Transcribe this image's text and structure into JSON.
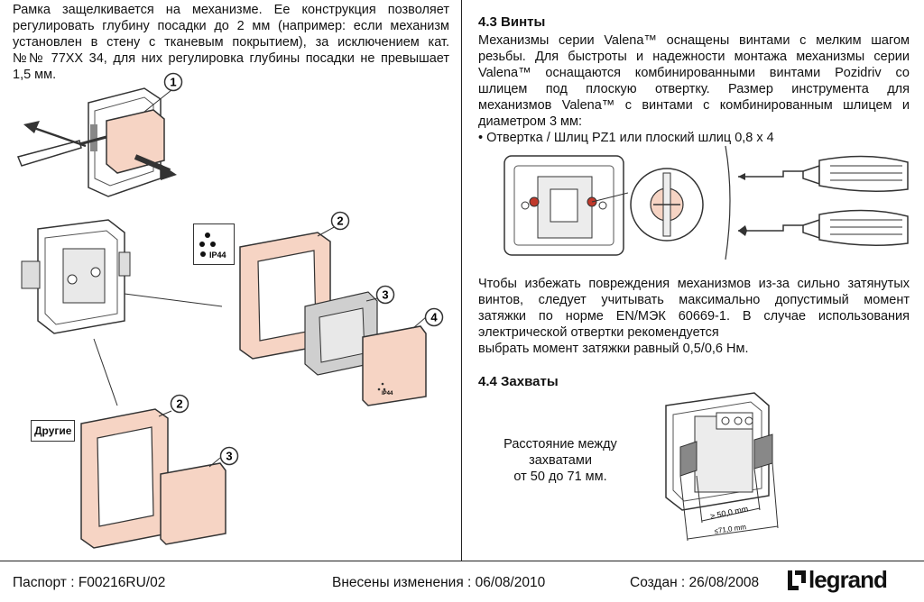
{
  "left": {
    "intro_lines": [
      "Рамка защелкивается на механизме. Ее конструкция позволяет",
      "регулировать глубину посадки до 2 мм (например: если механизм",
      "установлен в стену с тканевым покрытием), за исключением кат.",
      "№№ 77XX 34, для них регулировка глубины посадки не превышает",
      "1,5 мм."
    ],
    "callouts": {
      "n1": "1",
      "n2": "2",
      "n3": "3",
      "n4": "4",
      "n2b": "2",
      "n3b": "3"
    },
    "ip_label": "IP44",
    "ip_cover_label": "IP44",
    "other_label": "Другие"
  },
  "right": {
    "screws": {
      "heading": "4.3 Винты",
      "lines": [
        "Механизмы серии Valena™ оснащены винтами с мелким шагом",
        "резьбы. Для быстроты и надежности монтажа механизмы серии",
        "Valena™ оснащаются комбинированными винтами Pozidriv со",
        "шлицем под плоскую отвертку. Размер инструмента для",
        "механизмов Valena™ с винтами с комбинированным шлицем и",
        "диаметром 3 мм:"
      ],
      "bullet": "• Отвертка / Шлиц PZ1 или плоский шлиц 0,8 x 4"
    },
    "torque": {
      "lines": [
        "Чтобы избежать повреждения механизмов из-за сильно затянутых",
        "винтов, следует учитывать максимально допустимый момент",
        "затяжки по норме EN/МЭК 60669-1. В случае использования",
        "электрической отвертки рекомендуется",
        "выбрать момент затяжки равный 0,5/0,6 Нм."
      ]
    },
    "claws": {
      "heading": "4.4 Захваты",
      "caption_lines": [
        "Расстояние между",
        "захватами",
        "от 50 до 71 мм."
      ],
      "dim_min": "≥ 50,0 mm",
      "dim_max": "≤71,0 mm"
    }
  },
  "footer": {
    "passport": "Паспорт : F00216RU/02",
    "changes": "Внесены изменения : 06/08/2010",
    "created": "Создан : 26/08/2008",
    "brand": "legrand"
  },
  "colors": {
    "frame_fill": "#f6d4c4",
    "frame_stroke": "#333333",
    "gray_part": "#cfcfcf",
    "accent_red": "#c0392b"
  }
}
